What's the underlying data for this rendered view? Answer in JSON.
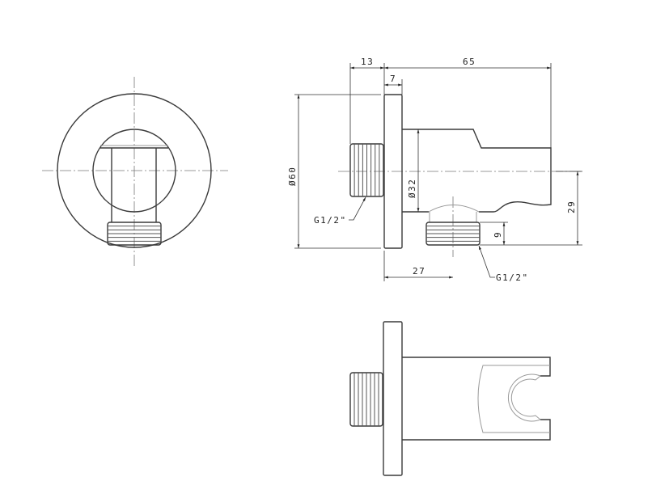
{
  "drawing": {
    "dimensions": {
      "thread_length": "13",
      "total_length": "65",
      "flange_thickness": "7",
      "flange_diameter": "Ø60",
      "body_diameter": "Ø32",
      "outlet_offset": "27",
      "outlet_height": "29",
      "outlet_thread_length": "9"
    },
    "thread_callouts": {
      "inlet": "G1/2\"",
      "outlet": "G1/2\""
    },
    "colors": {
      "line": "#3a3a3a",
      "center_line": "#777777"
    }
  }
}
